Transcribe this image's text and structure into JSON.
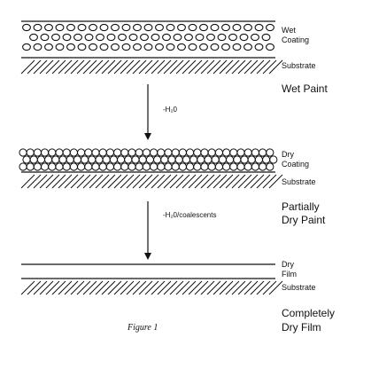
{
  "stages": [
    {
      "layer_label_1": "Wet",
      "layer_label_2": "Coating",
      "substrate_label": "Substrate",
      "stage_label_1": "Wet Paint",
      "stage_label_2": ""
    },
    {
      "layer_label_1": "Dry",
      "layer_label_2": "Coating",
      "substrate_label": "Substrate",
      "stage_label_1": "Partially",
      "stage_label_2": "Dry Paint"
    },
    {
      "layer_label_1": "Dry",
      "layer_label_2": "Film",
      "substrate_label": "Substrate",
      "stage_label_1": "Completely",
      "stage_label_2": "Dry Film"
    }
  ],
  "arrows": [
    {
      "label": "-H₂0"
    },
    {
      "label": "-H₂0/coalescents"
    }
  ],
  "figure_caption": "Figure 1",
  "colors": {
    "ink": "#111111",
    "background": "#ffffff"
  }
}
